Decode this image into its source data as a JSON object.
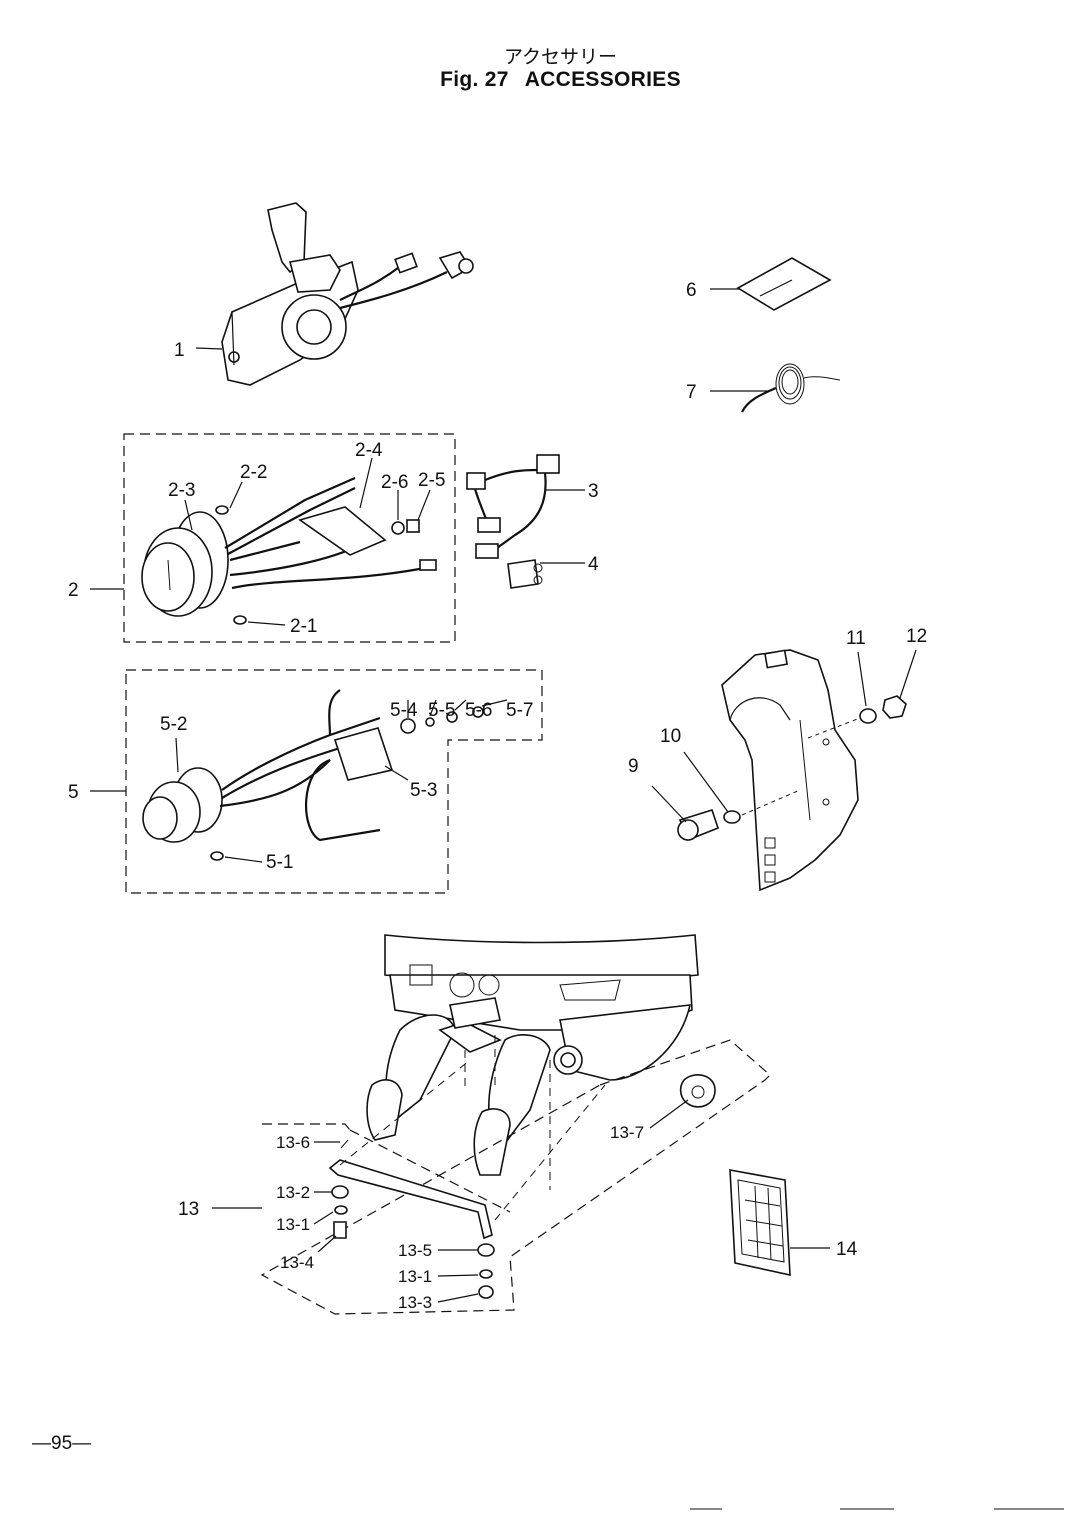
{
  "header": {
    "title_jp": "アクセサリー",
    "fig_label": "Fig. 27",
    "fig_title": "ACCESSORIES"
  },
  "page_number": "—95—",
  "callouts": [
    {
      "id": "1",
      "text": "1"
    },
    {
      "id": "2",
      "text": "2"
    },
    {
      "id": "2-1",
      "text": "2-1"
    },
    {
      "id": "2-2",
      "text": "2-2"
    },
    {
      "id": "2-3",
      "text": "2-3"
    },
    {
      "id": "2-4",
      "text": "2-4"
    },
    {
      "id": "2-5",
      "text": "2-5"
    },
    {
      "id": "2-6",
      "text": "2-6"
    },
    {
      "id": "3",
      "text": "3"
    },
    {
      "id": "4",
      "text": "4"
    },
    {
      "id": "5",
      "text": "5"
    },
    {
      "id": "5-1",
      "text": "5-1"
    },
    {
      "id": "5-2",
      "text": "5-2"
    },
    {
      "id": "5-3",
      "text": "5-3"
    },
    {
      "id": "5-4",
      "text": "5-4"
    },
    {
      "id": "5-5",
      "text": "5-5"
    },
    {
      "id": "5-6",
      "text": "5-6"
    },
    {
      "id": "5-7",
      "text": "5-7"
    },
    {
      "id": "6",
      "text": "6"
    },
    {
      "id": "7",
      "text": "7"
    },
    {
      "id": "9",
      "text": "9"
    },
    {
      "id": "10",
      "text": "10"
    },
    {
      "id": "11",
      "text": "11"
    },
    {
      "id": "12",
      "text": "12"
    },
    {
      "id": "13",
      "text": "13"
    },
    {
      "id": "13-1a",
      "text": "13-1"
    },
    {
      "id": "13-1b",
      "text": "13-1"
    },
    {
      "id": "13-2",
      "text": "13-2"
    },
    {
      "id": "13-3",
      "text": "13-3"
    },
    {
      "id": "13-4",
      "text": "13-4"
    },
    {
      "id": "13-5",
      "text": "13-5"
    },
    {
      "id": "13-6",
      "text": "13-6"
    },
    {
      "id": "13-7",
      "text": "13-7"
    },
    {
      "id": "14",
      "text": "14"
    }
  ]
}
